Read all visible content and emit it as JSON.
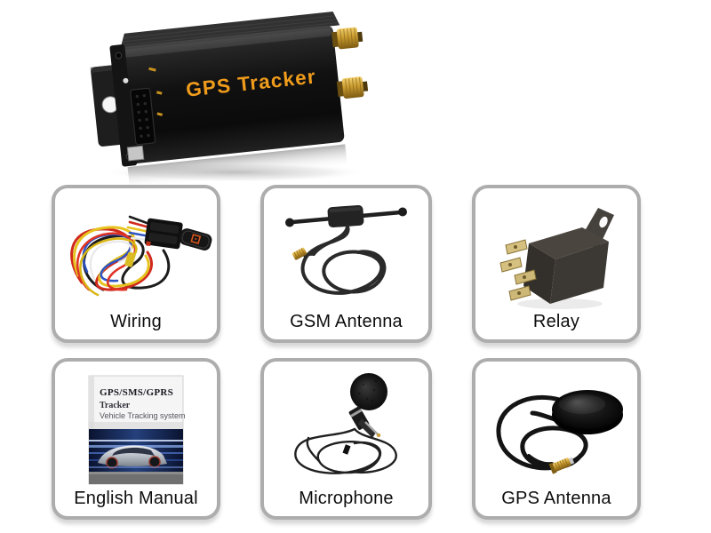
{
  "hero": {
    "device_label": "GPS Tracker"
  },
  "accessories": {
    "items": [
      {
        "label": "Wiring"
      },
      {
        "label": "GSM Antenna"
      },
      {
        "label": "Relay"
      },
      {
        "label": "English Manual"
      },
      {
        "label": "Microphone"
      },
      {
        "label": "GPS Antenna"
      }
    ]
  },
  "manual_cover": {
    "line1": "GPS/SMS/GPRS",
    "line2": "Tracker",
    "line3": "Vehicle Tracking system"
  },
  "colors": {
    "device_label": "#f09c1c",
    "card_border": "#adadad",
    "background": "#ffffff"
  }
}
